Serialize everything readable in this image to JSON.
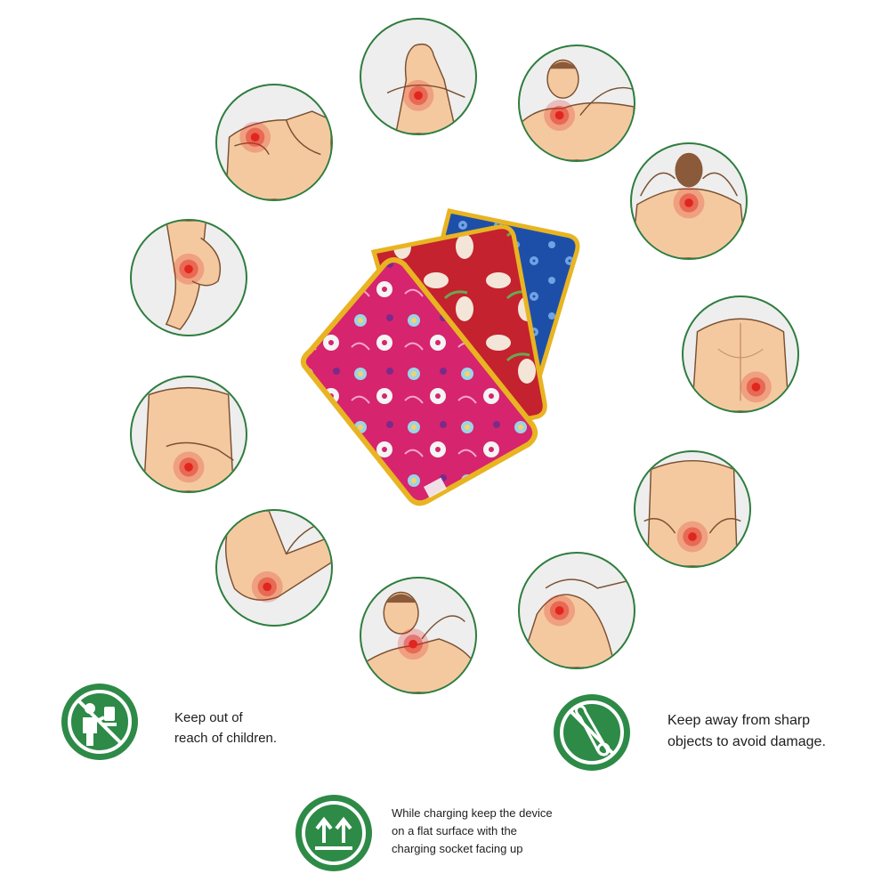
{
  "areas": [
    {
      "name": "wrist"
    },
    {
      "name": "shoulder-top"
    },
    {
      "name": "neck-back"
    },
    {
      "name": "shoulder-front"
    },
    {
      "name": "lower-back"
    },
    {
      "name": "ankle"
    },
    {
      "name": "waist"
    },
    {
      "name": "abdomen"
    },
    {
      "name": "lumbar"
    },
    {
      "name": "elbow"
    },
    {
      "name": "knee"
    },
    {
      "name": "neck"
    }
  ],
  "warnings": {
    "children": {
      "line1": "Keep out of",
      "line2": "reach of children.",
      "icon": "no-children-icon"
    },
    "sharp": {
      "line1": "Keep away from sharp",
      "line2": "objects to avoid damage.",
      "icon": "no-sharp-objects-icon"
    },
    "charging": {
      "line1": "While charging keep the device",
      "line2": "on a flat surface with the",
      "line3": "charging socket facing up",
      "icon": "this-side-up-icon"
    }
  },
  "colors": {
    "accent": "#2e8a47",
    "pain": "#e0261f",
    "skin": "#f5c9a0",
    "pad_pink": "#d6246f",
    "pad_red": "#c4222e",
    "pad_blue": "#1e4fa8",
    "pad_trim": "#e8b422"
  }
}
